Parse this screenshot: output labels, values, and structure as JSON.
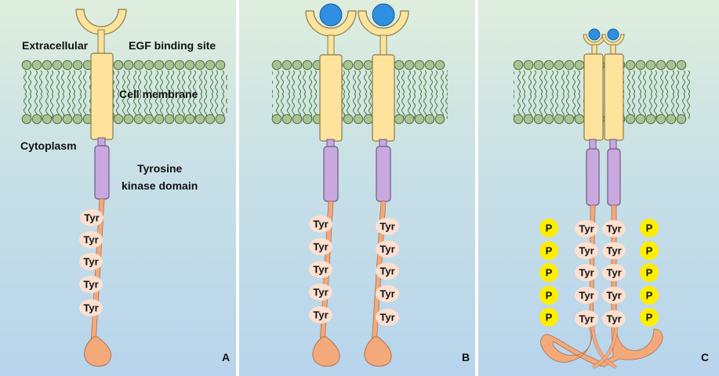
{
  "panels": [
    {
      "letter": "A",
      "labels": {
        "extracellular": "Extracellular",
        "binding_site": "EGF binding site",
        "membrane": "Cell membrane",
        "cytoplasm": "Cytoplasm",
        "kinase_line1": "Tyrosine",
        "kinase_line2": "kinase domain"
      },
      "tyr_labels": [
        "Tyr",
        "Tyr",
        "Tyr",
        "Tyr",
        "Tyr"
      ]
    },
    {
      "letter": "B",
      "tyr_left": [
        "Tyr",
        "Tyr",
        "Tyr",
        "Tyr",
        "Tyr"
      ],
      "tyr_right": [
        "Tyr",
        "Tyr",
        "Tyr",
        "Tyr",
        "Tyr"
      ]
    },
    {
      "letter": "C",
      "tyr_left": [
        "Tyr",
        "Tyr",
        "Tyr",
        "Tyr",
        "Tyr"
      ],
      "tyr_right": [
        "Tyr",
        "Tyr",
        "Tyr",
        "Tyr",
        "Tyr"
      ],
      "p_left": [
        "P",
        "P",
        "P",
        "P",
        "P"
      ],
      "p_right": [
        "P",
        "P",
        "P",
        "P",
        "P"
      ]
    }
  ],
  "colors": {
    "background_top": "#dfeedd",
    "background_bottom": "#b9d6ec",
    "receptor": "#fde39b",
    "receptor_stroke": "#8a7a4a",
    "kinase": "#c9a8e0",
    "kinase_stroke": "#6d5a80",
    "tail": "#f3a97a",
    "tail_stroke": "#b07050",
    "tyr_bubble": "#fde0d0",
    "phosphate": "#ffee00",
    "egf_ligand": "#2f8fe0",
    "lipid_head": "#a8c490",
    "lipid_head_stroke": "#556b3f",
    "lipid_tail": "#4a7a3a"
  }
}
